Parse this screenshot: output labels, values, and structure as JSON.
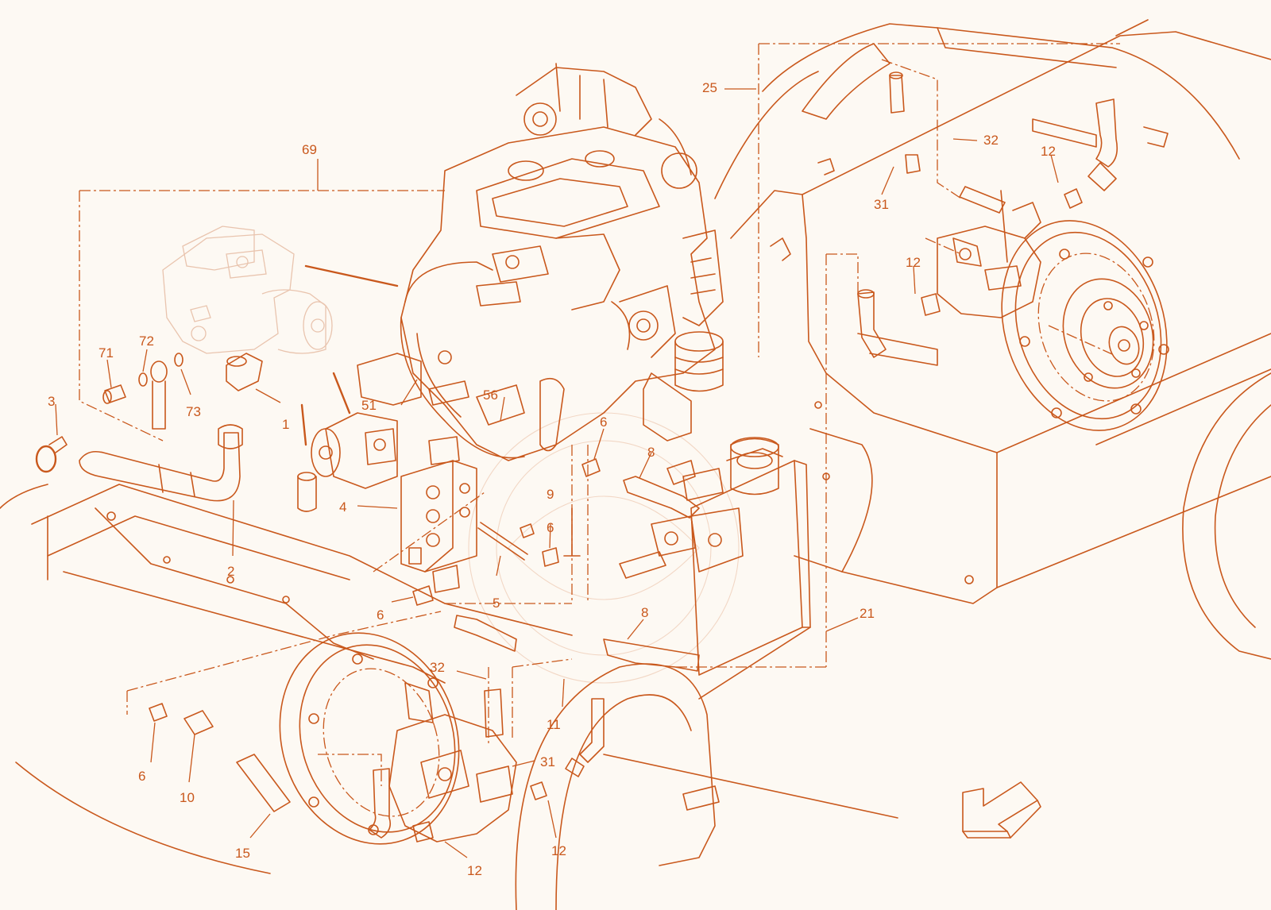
{
  "colors": {
    "ink": "#c9581c",
    "faint": "#e9c4ae",
    "paper": "#fdf9f3"
  },
  "icons": {
    "direction": "front-direction-arrow-icon"
  },
  "callouts": [
    {
      "id": "c69",
      "text": "69"
    },
    {
      "id": "c25",
      "text": "25"
    },
    {
      "id": "c32a",
      "text": "32"
    },
    {
      "id": "c12a",
      "text": "12"
    },
    {
      "id": "c31a",
      "text": "31"
    },
    {
      "id": "c12b",
      "text": "12"
    },
    {
      "id": "c71",
      "text": "71"
    },
    {
      "id": "c72",
      "text": "72"
    },
    {
      "id": "c73",
      "text": "73"
    },
    {
      "id": "c3",
      "text": "3"
    },
    {
      "id": "c51",
      "text": "51"
    },
    {
      "id": "c56",
      "text": "56"
    },
    {
      "id": "c1",
      "text": "1"
    },
    {
      "id": "c6a",
      "text": "6"
    },
    {
      "id": "c8a",
      "text": "8"
    },
    {
      "id": "c9",
      "text": "9"
    },
    {
      "id": "c4",
      "text": "4"
    },
    {
      "id": "c6b",
      "text": "6"
    },
    {
      "id": "c2",
      "text": "2"
    },
    {
      "id": "c5",
      "text": "5"
    },
    {
      "id": "c6c",
      "text": "6"
    },
    {
      "id": "c8b",
      "text": "8"
    },
    {
      "id": "c21",
      "text": "21"
    },
    {
      "id": "c32b",
      "text": "32"
    },
    {
      "id": "c11",
      "text": "11"
    },
    {
      "id": "c31b",
      "text": "31"
    },
    {
      "id": "c6d",
      "text": "6"
    },
    {
      "id": "c10",
      "text": "10"
    },
    {
      "id": "c15",
      "text": "15"
    },
    {
      "id": "c12c",
      "text": "12"
    },
    {
      "id": "c12d",
      "text": "12"
    }
  ]
}
